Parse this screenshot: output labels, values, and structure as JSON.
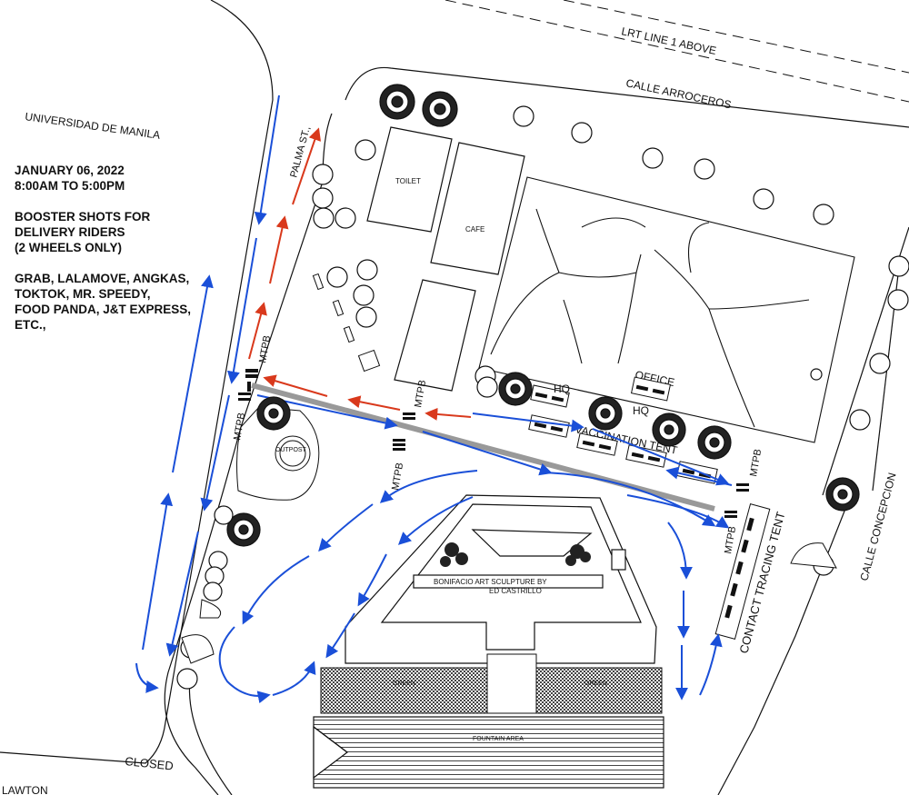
{
  "streets": {
    "lrt": "LRT LINE 1 ABOVE",
    "arroceros": "CALLE ARROCEROS",
    "palma": "PALMA ST.,",
    "concepcion": "CALLE CONCEPCION",
    "closed": "CLOSED",
    "lawton": "LAWTON"
  },
  "venue": {
    "university": "UNIVERSIDAD DE MANILA",
    "toilet": "TOILET",
    "cafe": "CAFE",
    "outpost": "OUTPOST",
    "office": "OFFICE",
    "hq1": "HQ",
    "hq2": "HQ",
    "vaccination_tent": "VACCINATION TENT",
    "contact_tracing_tent": "CONTACT TRACING TENT",
    "sculpture_line1": "BONIFACIO ART SCULPTURE BY",
    "sculpture_line2": "ED CASTRILLO",
    "fountain": "FOUNTAIN AREA",
    "green_left": "GREEN",
    "green_right": "GREEN"
  },
  "markers": {
    "mtpb_label": "MTPB"
  },
  "notice": {
    "date": "JANUARY 06, 2022",
    "time": "8:00AM TO 5:00PM",
    "title_line1": "BOOSTER SHOTS FOR",
    "title_line2": "DELIVERY RIDERS",
    "title_line3": "(2 WHEELS ONLY)",
    "companies_line1": "GRAB, LALAMOVE, ANGKAS,",
    "companies_line2": "TOKTOK, MR. SPEEDY,",
    "companies_line3": "FOOD PANDA, J&T EXPRESS,",
    "companies_line4": "ETC.,"
  },
  "colors": {
    "inbound_arrow": "#1a4fd8",
    "outbound_arrow": "#d9391c",
    "road_line": "#111111",
    "hatch": "#555555"
  }
}
